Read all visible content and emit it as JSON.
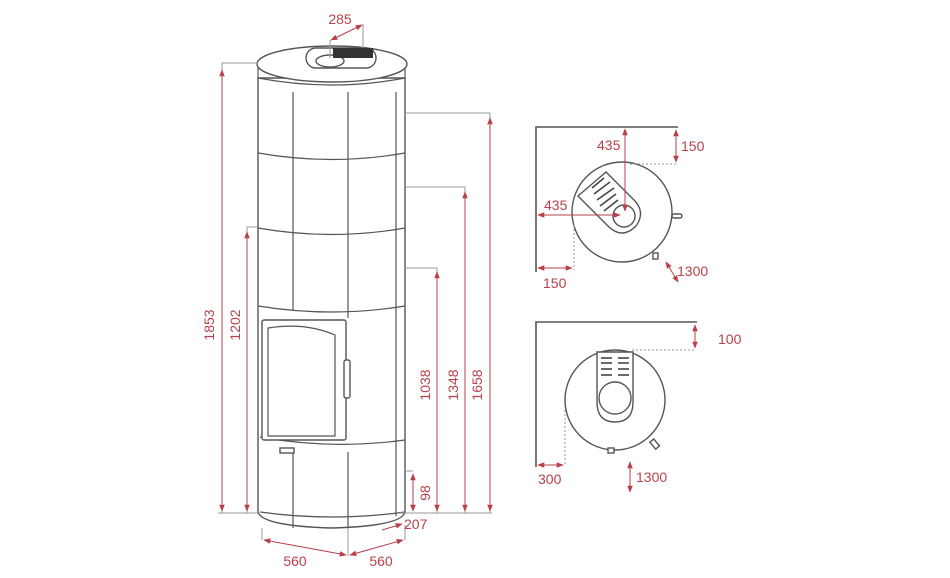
{
  "colors": {
    "dimension": "#b8404a",
    "line": "#555555",
    "guide": "#9a9a9a"
  },
  "front_view": {
    "dims": {
      "top_flue_offset": "285",
      "total_height": "1853",
      "air_inlet_height": "1202",
      "flue_height_1": "1658",
      "flue_height_2": "1348",
      "flue_height_3": "1038",
      "rear_air_height": "98",
      "rear_offset": "207",
      "width_left": "560",
      "width_right": "560"
    }
  },
  "corner_view": {
    "dims": {
      "flue_from_back": "435",
      "back_clearance": "150",
      "flue_from_side": "435",
      "side_clearance": "150",
      "front_clearance": "1300"
    }
  },
  "wall_view": {
    "dims": {
      "back_clearance": "100",
      "side_clearance": "300",
      "front_clearance": "1300"
    }
  }
}
